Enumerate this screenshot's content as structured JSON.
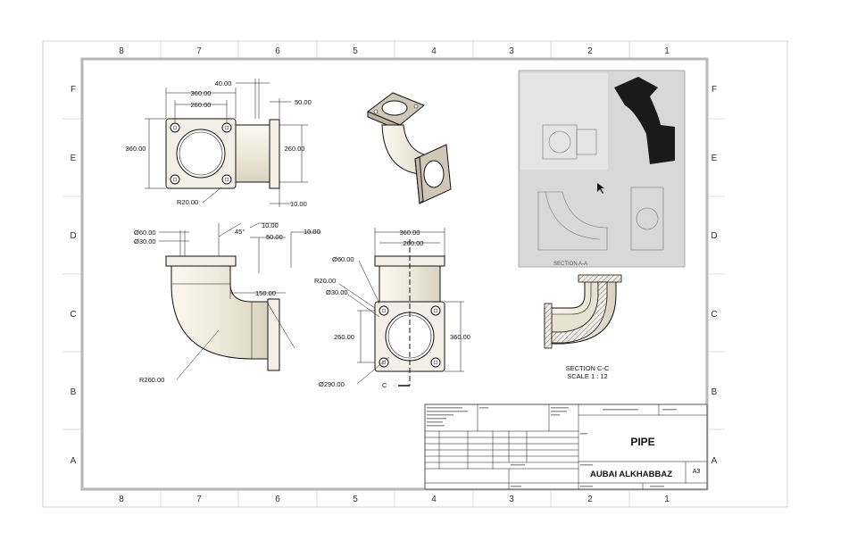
{
  "zones": {
    "columns": [
      "8",
      "7",
      "6",
      "5",
      "4",
      "3",
      "2",
      "1"
    ],
    "rows": [
      "F",
      "E",
      "D",
      "C",
      "B",
      "A"
    ]
  },
  "dims": {
    "top_40": "40.00",
    "top_360": "360.00",
    "top_260": "260.00",
    "top_50": "50.00",
    "left_360": "360.00",
    "right_260": "260.00",
    "bot_10": "10.00",
    "r20": "R20.00",
    "side_d60": "Ø60.00",
    "side_d30": "Ø30.00",
    "side_45": "45°",
    "side_10a": "10.00",
    "side_50": "50.00",
    "side_10b": "10.00",
    "side_150": "150.00",
    "side_r260": "R260.00",
    "front_360": "360.00",
    "front_260": "260.00",
    "front_d60": "Ø60.00",
    "front_r20": "R20.00",
    "front_d30": "Ø30.00",
    "front_260v": "260.00",
    "front_360v": "360.00",
    "front_d290": "Ø290.00",
    "section_mark": "C"
  },
  "section": {
    "name": "SECTION C-C",
    "scale": "SCALE 1 : 12"
  },
  "thumbnail": {
    "caption": "SECTION A-A",
    "cursor": "mouse-pointer-icon"
  },
  "title_block": {
    "title": "PIPE",
    "author": "AUBAI ALKHABBAZ",
    "size": "A3"
  },
  "colors": {
    "part_fill": "#f3efe6",
    "border": "#b7b7b7",
    "thumb_bg": "#d8d8d8",
    "dark_part": "#1a1a1a"
  }
}
